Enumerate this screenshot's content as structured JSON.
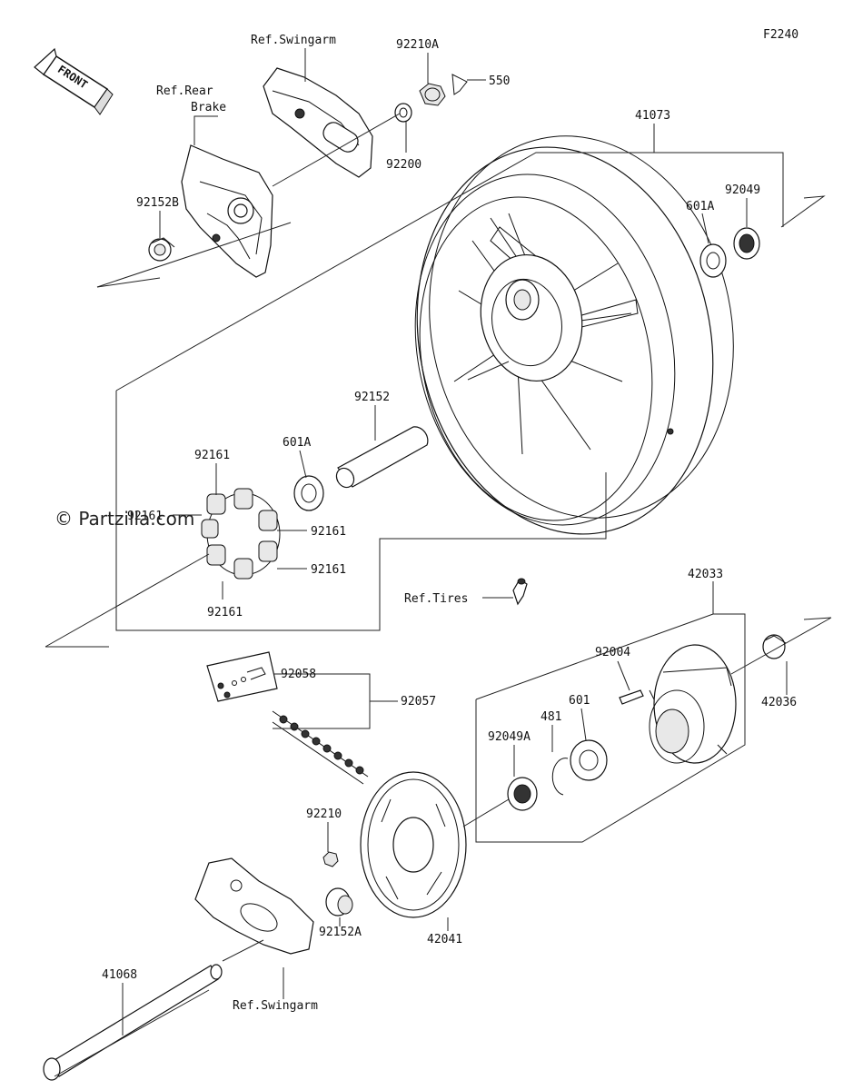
{
  "diagram_code": "F2240",
  "front_label": "FRONT",
  "watermark": "© Partzilla.com",
  "labels": {
    "ref_swingarm_top": "Ref.Swingarm",
    "p92210A": "92210A",
    "p550": "550",
    "ref_rear": "Ref.Rear",
    "brake": "Brake",
    "p92200": "92200",
    "p41073": "41073",
    "p92152B": "92152B",
    "p601A_right": "601A",
    "p92049": "92049",
    "p92152": "92152",
    "p601A_left": "601A",
    "p92161_top": "92161",
    "p92161_left": "92161",
    "p92161_right1": "92161",
    "p92161_right2": "92161",
    "p92161_bottom": "92161",
    "p42033": "42033",
    "ref_tires": "Ref.Tires",
    "p92058": "92058",
    "p92057": "92057",
    "p92004": "92004",
    "p42036": "42036",
    "p601": "601",
    "p481": "481",
    "p92049A": "92049A",
    "p92210": "92210",
    "p92152A": "92152A",
    "p42041": "42041",
    "p41068": "41068",
    "ref_swingarm_bottom": "Ref.Swingarm"
  },
  "colors": {
    "line": "#222222",
    "background": "#ffffff"
  }
}
